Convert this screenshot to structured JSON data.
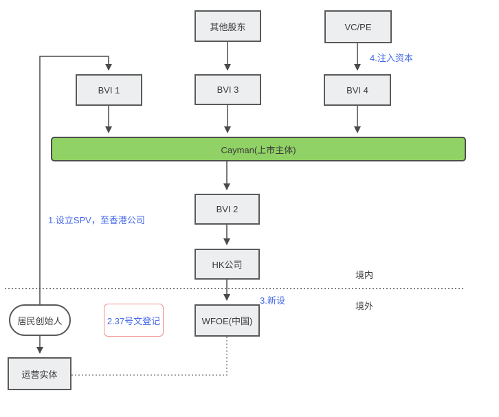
{
  "diagram": {
    "nodes": {
      "other_shareholders": {
        "label": "其他股东"
      },
      "vcpe": {
        "label": "VC/PE"
      },
      "bvi1": {
        "label": "BVI 1"
      },
      "bvi3": {
        "label": "BVI 3"
      },
      "bvi4": {
        "label": "BVI 4"
      },
      "cayman": {
        "label": "Cayman(上市主体)"
      },
      "bvi2": {
        "label": "BVI 2"
      },
      "hk": {
        "label": "HK公司"
      },
      "wfoe": {
        "label": "WFOE(中国)"
      },
      "founder": {
        "label": "居民创始人"
      },
      "operating_entity": {
        "label": "运营实体"
      },
      "filing37": {
        "label": "2.37号文登记"
      }
    },
    "annotations": {
      "step1": "1.设立SPV，至香港公司",
      "step3": "3.新设",
      "step4": "4.注入资本",
      "onshore": "境内",
      "offshore": "境外"
    },
    "colors": {
      "node_fill": "#edeef0",
      "node_border": "#595959",
      "cayman_fill": "#90d265",
      "annotation_blue": "#4468e8",
      "filing_border_red": "#f08e8e",
      "connector": "#4a4a4a"
    }
  }
}
